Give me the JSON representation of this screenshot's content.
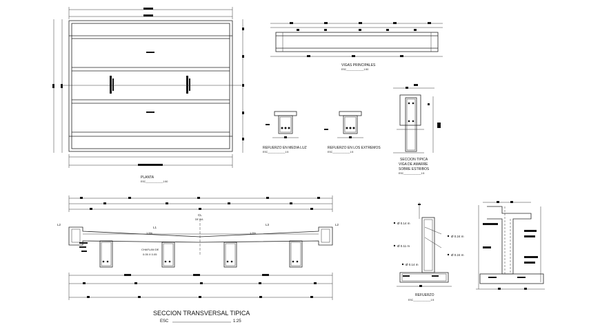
{
  "labels": {
    "planta": "PLANTA",
    "planta_scale": "ESC_____________1:50",
    "vigas_principales": "VIGAS PRINCIPALES",
    "vigas_scale": "ESC_____________1:50",
    "refuerzo_media_luz": "REFUERZO EN MEDIA LUZ",
    "refuerzo_media_luz_scale": "ESC_____________1:5",
    "refuerzo_extremos": "REFUERZO EN LOS EXTREMOS",
    "refuerzo_extremos_scale": "ESC_____________1:5",
    "seccion_tipica_1": "SECCION TIPICA",
    "seccion_tipica_2": "VIGA DE AMARRE",
    "seccion_tipica_3": "SOBRE ESTRIBOS",
    "seccion_tipica_scale": "ESC_____________1:5",
    "refuerzo": "REFUERZO",
    "refuerzo_scale": "ESC_____________1:5",
    "seccion_transversal": "SECCION TRANSVERSAL TIPICA",
    "seccion_transversal_scale": "ESC",
    "seccion_transversal_ratio": "1:25",
    "cl": "CL",
    "cl_via": "DE VIA",
    "l1": "L1",
    "l2_left": "L2",
    "l2_right": "L2",
    "l3": "L3",
    "slope_left": "1.5%",
    "slope_right": "1.5%",
    "chaflan_1": "CHAFLAN DE",
    "chaflan_2": "0.05 X 0.05",
    "wall_r1": "Ø 0.14 m",
    "wall_r2": "Ø 0.24 m",
    "wall_r3": "Ø 0.11 m",
    "wall_r4": "Ø 0.14 m",
    "wall_r5": "Ø 0.24 m"
  }
}
